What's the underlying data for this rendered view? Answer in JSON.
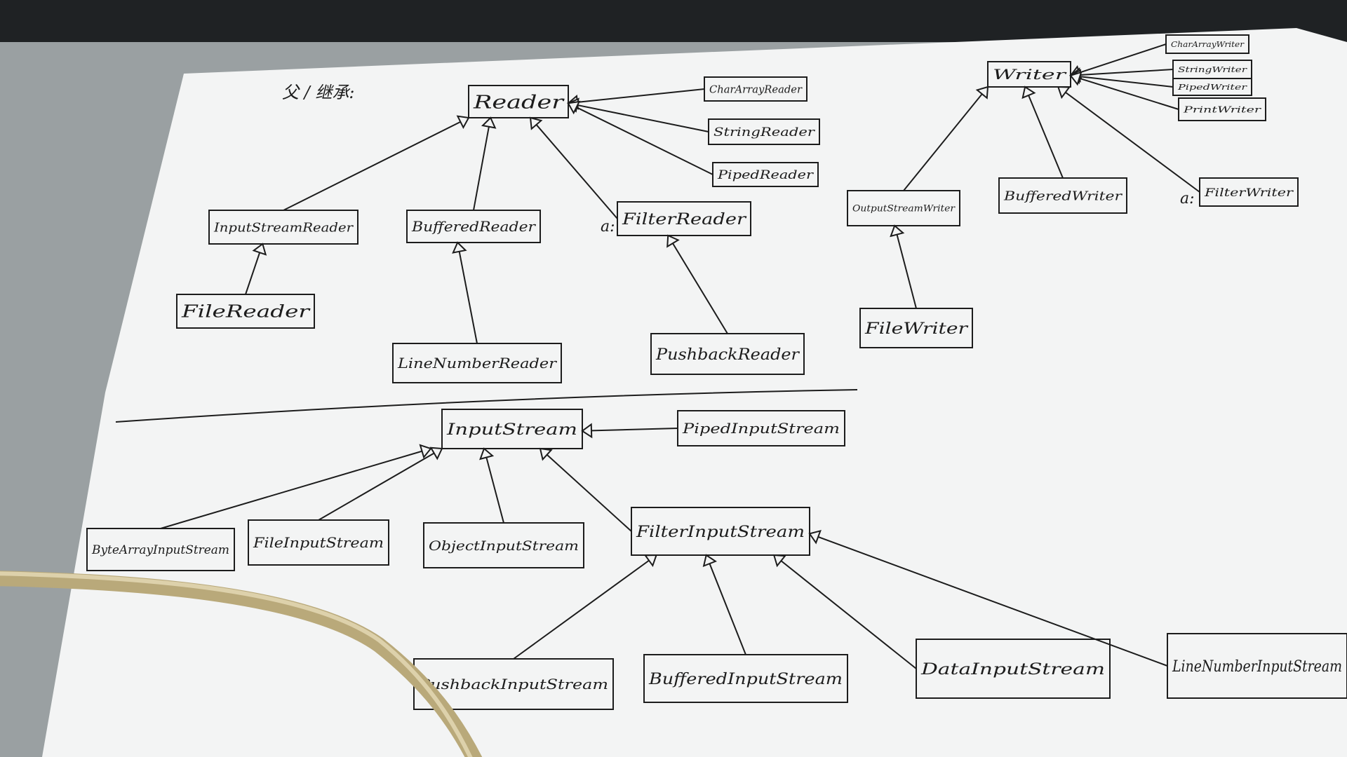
{
  "header_note": "父 / 继承:",
  "reader": {
    "root": "Reader",
    "side_classes": [
      "CharArrayReader",
      "StringReader",
      "PipedReader"
    ],
    "children": [
      "InputStreamReader",
      "BufferedReader",
      "FilterReader"
    ],
    "abstract_marker": "a:",
    "grandchildren": [
      "FileReader",
      "LineNumberReader",
      "PushbackReader"
    ]
  },
  "writer": {
    "root": "Writer",
    "side_classes": [
      "CharArrayWriter",
      "StringWriter",
      "PipedWriter",
      "PrintWriter"
    ],
    "children": [
      "OutputStreamWriter",
      "BufferedWriter",
      "FilterWriter"
    ],
    "abstract_marker": "a:",
    "grandchildren": [
      "FileWriter"
    ]
  },
  "inputstream": {
    "root": "InputStream",
    "side_classes": [
      "PipedInputStream"
    ],
    "children": [
      "ByteArrayInputStream",
      "FileInputStream",
      "ObjectInputStream",
      "FilterInputStream"
    ],
    "grandchildren": [
      "PushbackInputStream",
      "BufferedInputStream",
      "DataInputStream",
      "LineNumberInputStream"
    ]
  },
  "colors": {
    "paper": "#f3f4f4",
    "ink": "#1c1c1c",
    "table": "#9aa0a2",
    "cable": "#c8b88a"
  }
}
